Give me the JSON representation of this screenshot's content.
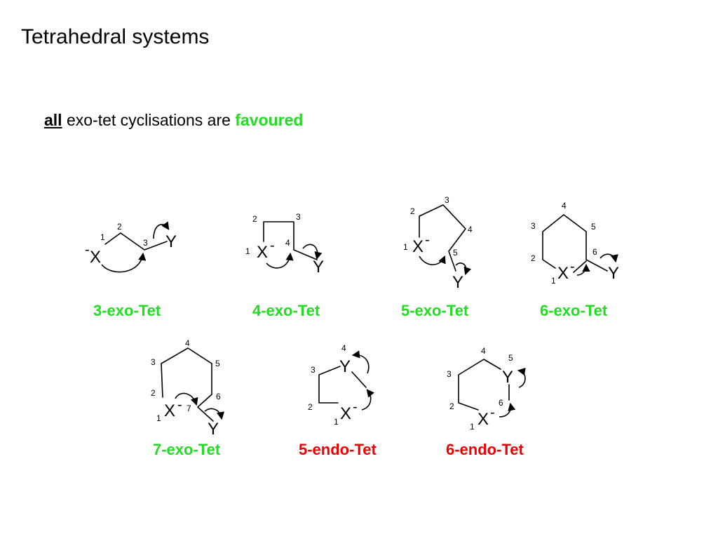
{
  "slide": {
    "title": "Tetrahedral systems",
    "subtitle": {
      "prefix": "all",
      "middle": " exo-tet cyclisations are ",
      "suffix": "favoured"
    }
  },
  "colors": {
    "favoured": "#22dd22",
    "disfavoured": "#ee0000",
    "text": "#000000"
  },
  "structures": [
    {
      "id": "3-exo-tet",
      "caption": "3-exo-Tet",
      "status": "favoured",
      "atoms": {
        "x": "X",
        "x_charge": "-",
        "y": "Y"
      },
      "numbers": [
        "1",
        "2",
        "3"
      ]
    },
    {
      "id": "4-exo-tet",
      "caption": "4-exo-Tet",
      "status": "favoured",
      "atoms": {
        "x": "X",
        "x_charge": "-",
        "y": "Y"
      },
      "numbers": [
        "1",
        "2",
        "3",
        "4"
      ]
    },
    {
      "id": "5-exo-tet",
      "caption": "5-exo-Tet",
      "status": "favoured",
      "atoms": {
        "x": "X",
        "x_charge": "-",
        "y": "Y"
      },
      "numbers": [
        "1",
        "2",
        "3",
        "4",
        "5"
      ]
    },
    {
      "id": "6-exo-tet",
      "caption": "6-exo-Tet",
      "status": "favoured",
      "atoms": {
        "x": "X",
        "x_charge": "-",
        "y": "Y"
      },
      "numbers": [
        "1",
        "2",
        "3",
        "4",
        "5",
        "6"
      ]
    },
    {
      "id": "7-exo-tet",
      "caption": "7-exo-Tet",
      "status": "favoured",
      "atoms": {
        "x": "X",
        "x_charge": "-",
        "y": "Y"
      },
      "numbers": [
        "1",
        "2",
        "3",
        "4",
        "5",
        "6",
        "7"
      ]
    },
    {
      "id": "5-endo-tet",
      "caption": "5-endo-Tet",
      "status": "disfavoured",
      "atoms": {
        "x": "X",
        "x_charge": "-",
        "y": "Y"
      },
      "numbers": [
        "1",
        "2",
        "3",
        "4"
      ]
    },
    {
      "id": "6-endo-tet",
      "caption": "6-endo-Tet",
      "status": "disfavoured",
      "atoms": {
        "x": "X",
        "x_charge": "-",
        "y": "Y"
      },
      "numbers": [
        "1",
        "2",
        "3",
        "4",
        "5",
        "6"
      ]
    }
  ]
}
